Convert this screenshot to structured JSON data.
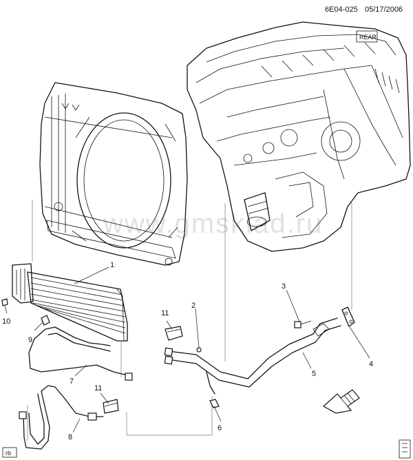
{
  "header": {
    "diagram_id": "6E04-025",
    "date": "05/17/2006"
  },
  "watermark": "www.gmsklad.ru",
  "engine_label": "REAR",
  "corner_tag": "rb",
  "callouts": [
    {
      "id": "c1",
      "label": "1"
    },
    {
      "id": "c2",
      "label": "2"
    },
    {
      "id": "c3",
      "label": "3"
    },
    {
      "id": "c4",
      "label": "4"
    },
    {
      "id": "c5",
      "label": "5"
    },
    {
      "id": "c6",
      "label": "6"
    },
    {
      "id": "c7",
      "label": "7"
    },
    {
      "id": "c8",
      "label": "8"
    },
    {
      "id": "c9",
      "label": "9"
    },
    {
      "id": "c10",
      "label": "10"
    },
    {
      "id": "c11a",
      "label": "11"
    },
    {
      "id": "c11b",
      "label": "11"
    }
  ]
}
